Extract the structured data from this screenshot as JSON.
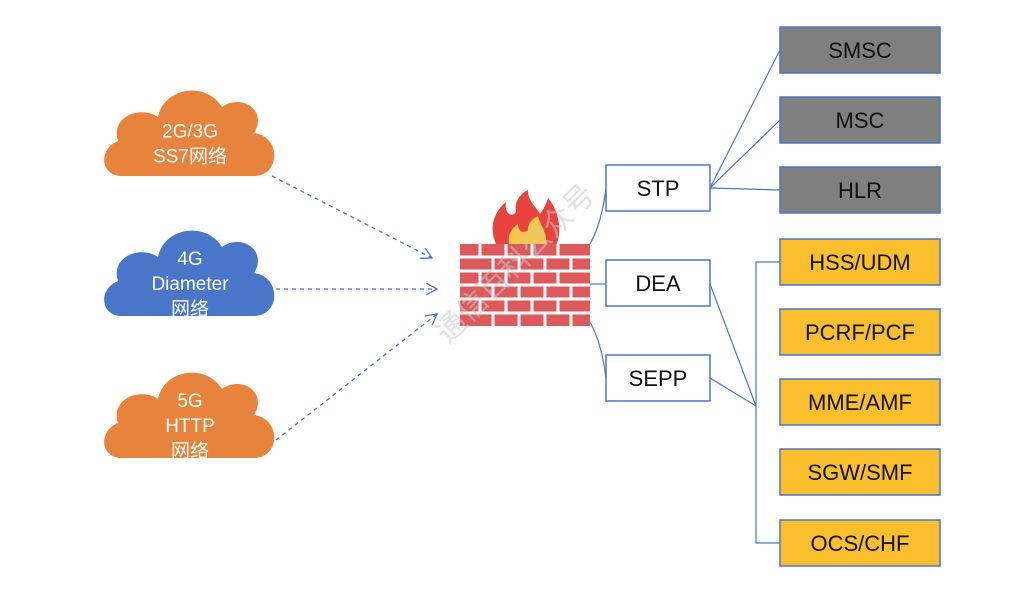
{
  "colors": {
    "cloud_orange": "#e8833d",
    "cloud_blue": "#4a76c9",
    "gray_box": "#7f7f7f",
    "yellow_box": "#fbbf2d",
    "line_blue": "#4a76c9",
    "brick_red": "#dd5a5c",
    "flame_red": "#e8433e",
    "flame_yellow": "#f6c74a"
  },
  "clouds": [
    {
      "id": "cloud-2g3g",
      "lines": [
        "2G/3G",
        "SS7网络"
      ],
      "color": "orange"
    },
    {
      "id": "cloud-4g",
      "lines": [
        "4G",
        "Diameter",
        "网络"
      ],
      "color": "blue"
    },
    {
      "id": "cloud-5g",
      "lines": [
        "5G",
        "HTTP",
        "网络"
      ],
      "color": "orange"
    }
  ],
  "firewall": {
    "icon": "firewall-icon"
  },
  "gateways": [
    "STP",
    "DEA",
    "SEPP"
  ],
  "legacy_nodes": [
    "SMSC",
    "MSC",
    "HLR"
  ],
  "core_nodes": [
    "HSS/UDM",
    "PCRF/PCF",
    "MME/AMF",
    "SGW/SMF",
    "OCS/CHF"
  ],
  "watermark": "通信百科公众号"
}
